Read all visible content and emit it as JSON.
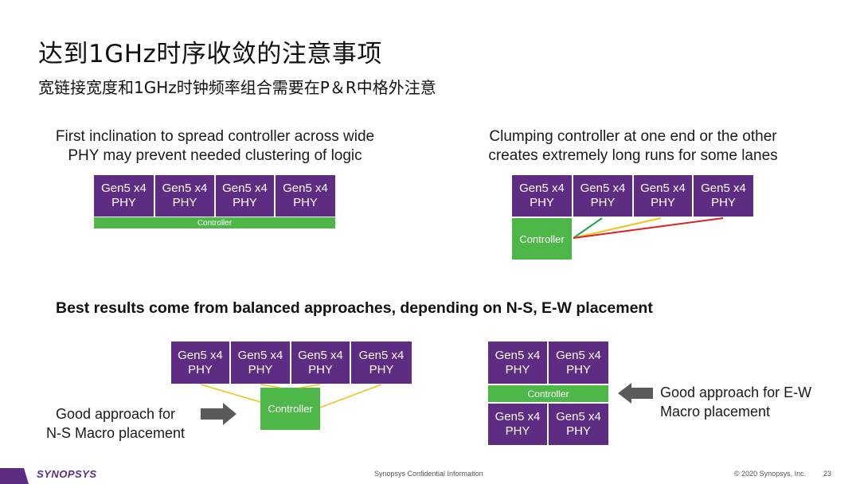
{
  "title": "达到1GHz时序收敛的注意事项",
  "subtitle": "宽链接宽度和1GHz时钟频率组合需要在P＆R中格外注意",
  "panel_top_left": {
    "lines": [
      "First inclination to spread controller across wide",
      "PHY may prevent needed clustering of logic"
    ]
  },
  "panel_top_right": {
    "lines": [
      "Clumping controller at one end or the other",
      "creates extremely long runs for some lanes"
    ]
  },
  "block": {
    "line1": "Gen5 x4",
    "line2": "PHY"
  },
  "controller_label": "Controller",
  "best_results": "Best results come from balanced approaches, depending on N-S, E-W placement",
  "note_ns": [
    "Good approach for",
    "N-S Macro placement"
  ],
  "note_ew": [
    "Good approach for E-W",
    "Macro placement"
  ],
  "colors": {
    "phy": "#5e2d83",
    "controller": "#4db848",
    "arrow": "#5a5a5a",
    "wire_green": "#1aa84a",
    "wire_yellow": "#f2c21a",
    "wire_red": "#e02020"
  },
  "footer": {
    "logo": "SYNOPSYS",
    "center": "Synopsys Confidential Information",
    "copyright": "© 2020 Synopsys, Inc.",
    "page": "23"
  }
}
